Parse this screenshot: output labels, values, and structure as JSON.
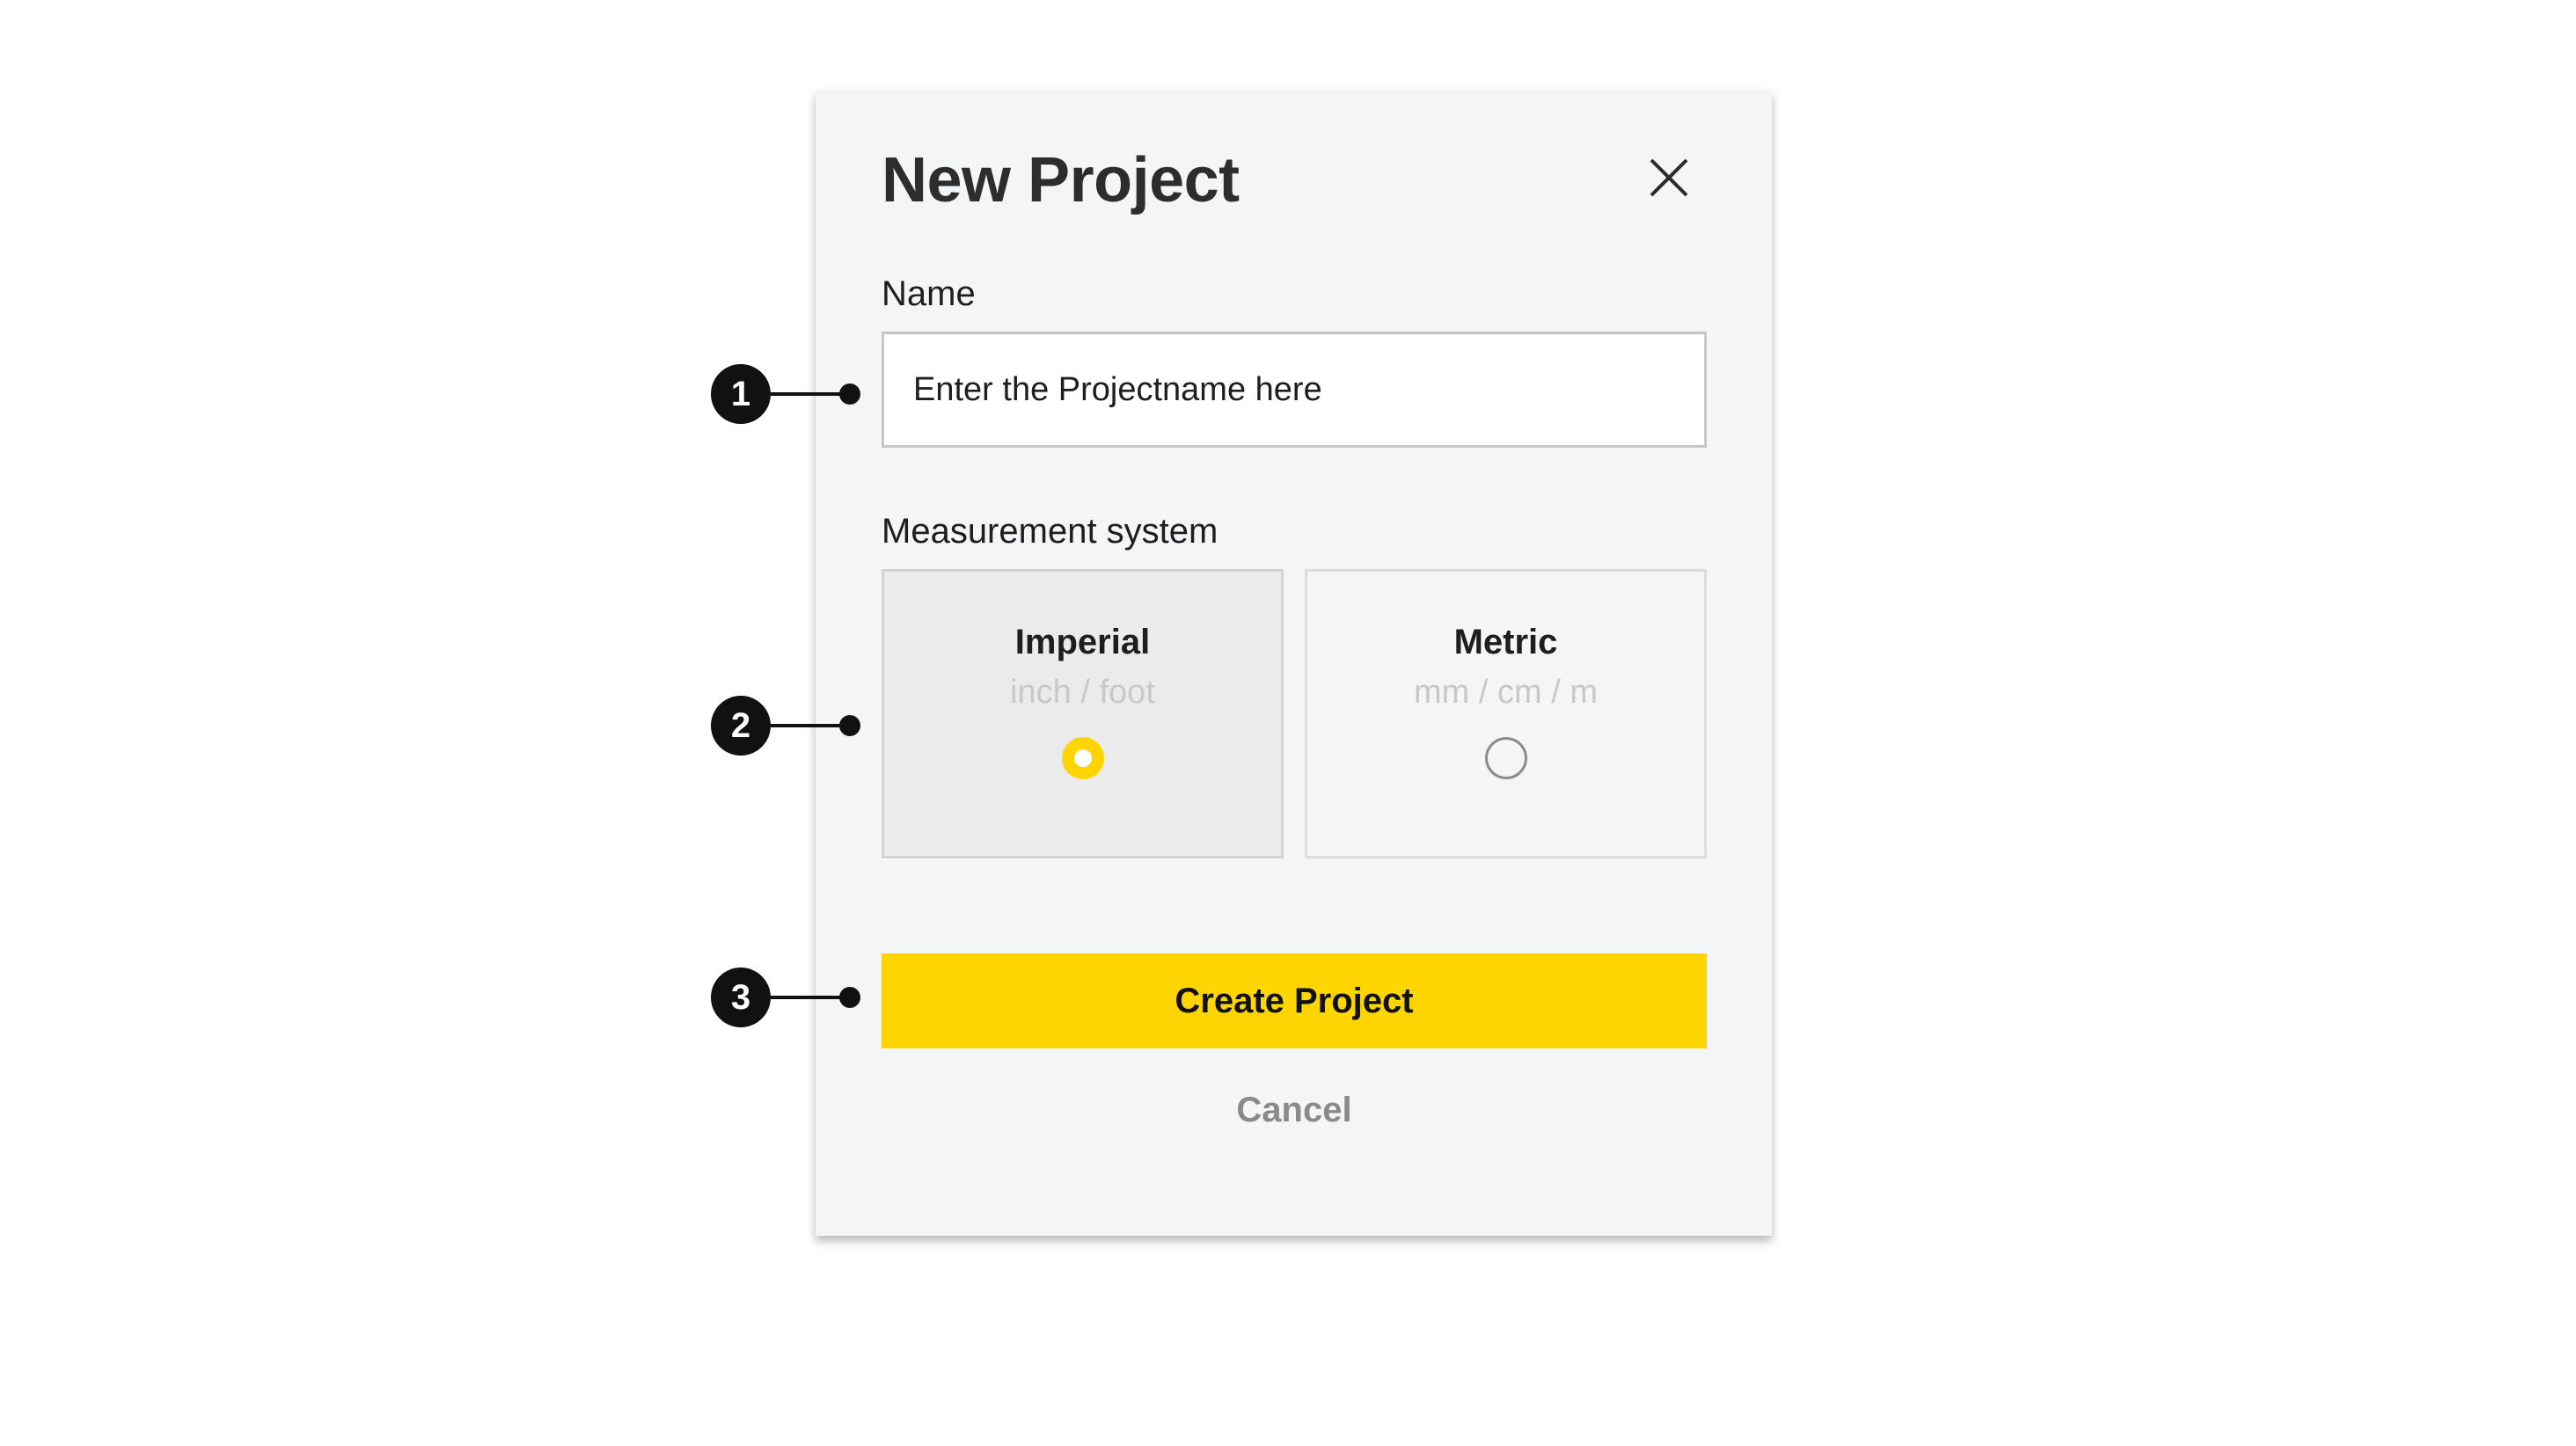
{
  "dialog": {
    "title": "New Project",
    "close_icon": "close-icon"
  },
  "name_field": {
    "label": "Name",
    "placeholder": "Enter the Projectname here",
    "value": ""
  },
  "measurement": {
    "label": "Measurement system",
    "selected": "Imperial",
    "options": [
      {
        "title": "Imperial",
        "subtitle": "inch / foot",
        "selected": true
      },
      {
        "title": "Metric",
        "subtitle": "mm / cm / m",
        "selected": false
      }
    ]
  },
  "actions": {
    "create_label": "Create Project",
    "cancel_label": "Cancel"
  },
  "callouts": [
    "1",
    "2",
    "3"
  ],
  "colors": {
    "accent": "#ffd500",
    "dialog_bg": "#f4f5f6",
    "callout": "#111111"
  }
}
